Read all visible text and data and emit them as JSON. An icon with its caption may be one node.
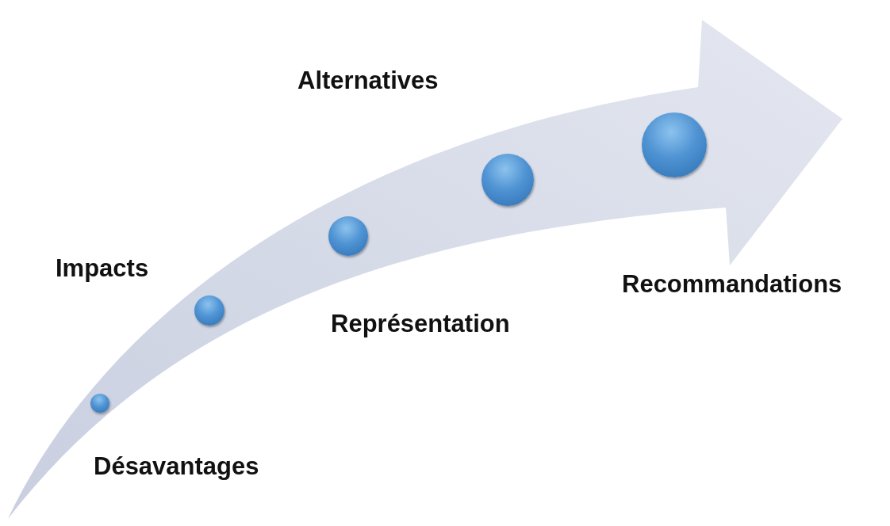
{
  "diagram": {
    "nodes": [
      {
        "text": [],
        "shape": "circle",
        "beside": [
          "Désavantages"
        ]
      },
      {
        "text": [],
        "shape": "circle",
        "beside": [
          "Impacts"
        ]
      },
      {
        "text": [],
        "shape": "circle",
        "beside": [
          "Représentation"
        ]
      },
      {
        "text": [],
        "shape": "circle",
        "beside": [
          "Alternatives"
        ]
      },
      {
        "text": [],
        "shape": "circle",
        "beside": [
          "Recommandations"
        ]
      }
    ]
  }
}
